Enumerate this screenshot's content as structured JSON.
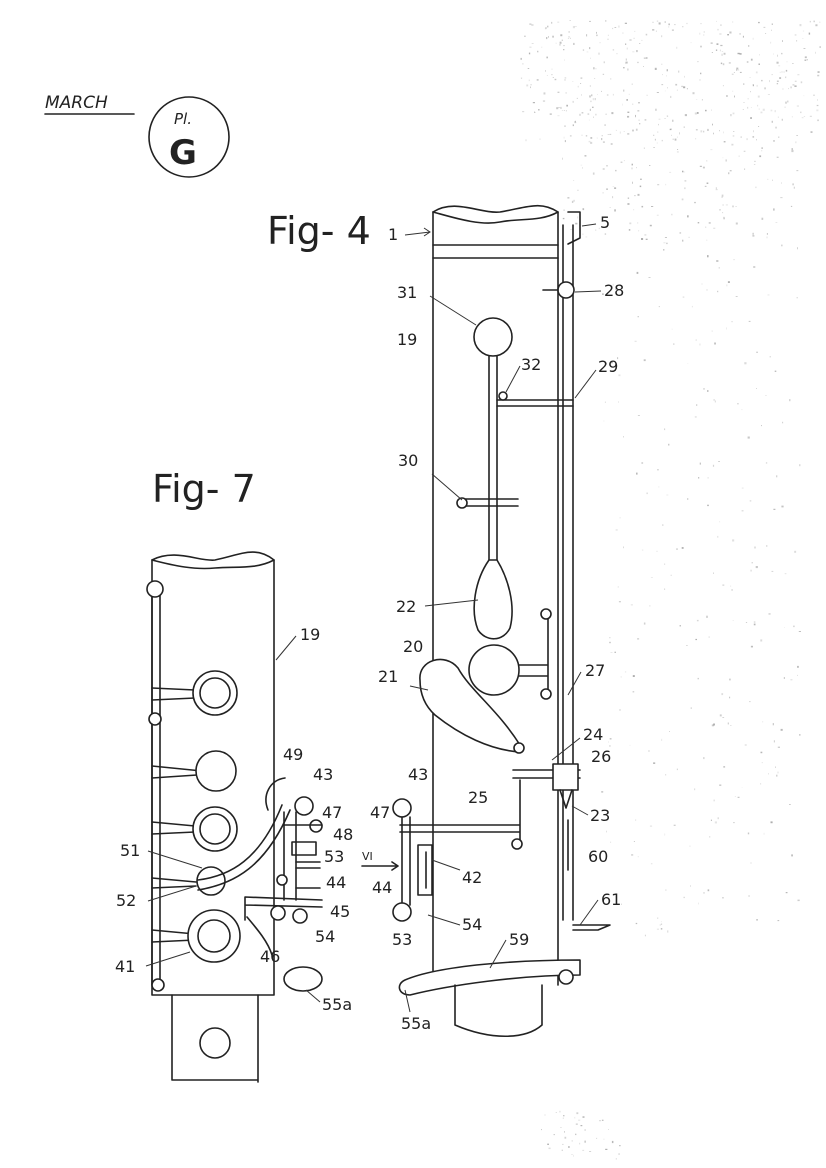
{
  "header": {
    "author": "MARCH",
    "plate": {
      "prefix": "Pl.",
      "letter": "G"
    }
  },
  "figures": {
    "fig4": {
      "caption": "Fig- 4",
      "labels": [
        "1",
        "5",
        "28",
        "31",
        "19",
        "32",
        "29",
        "30",
        "22",
        "20",
        "21",
        "27",
        "24",
        "26",
        "23",
        "25",
        "43",
        "47",
        "VI",
        "42",
        "44",
        "53",
        "54",
        "60",
        "61",
        "59",
        "55a"
      ]
    },
    "fig7": {
      "caption": "Fig- 7",
      "labels": [
        "19",
        "49",
        "43",
        "47",
        "48",
        "53",
        "44",
        "45",
        "54",
        "46",
        "51",
        "52",
        "41",
        "55a"
      ]
    }
  }
}
